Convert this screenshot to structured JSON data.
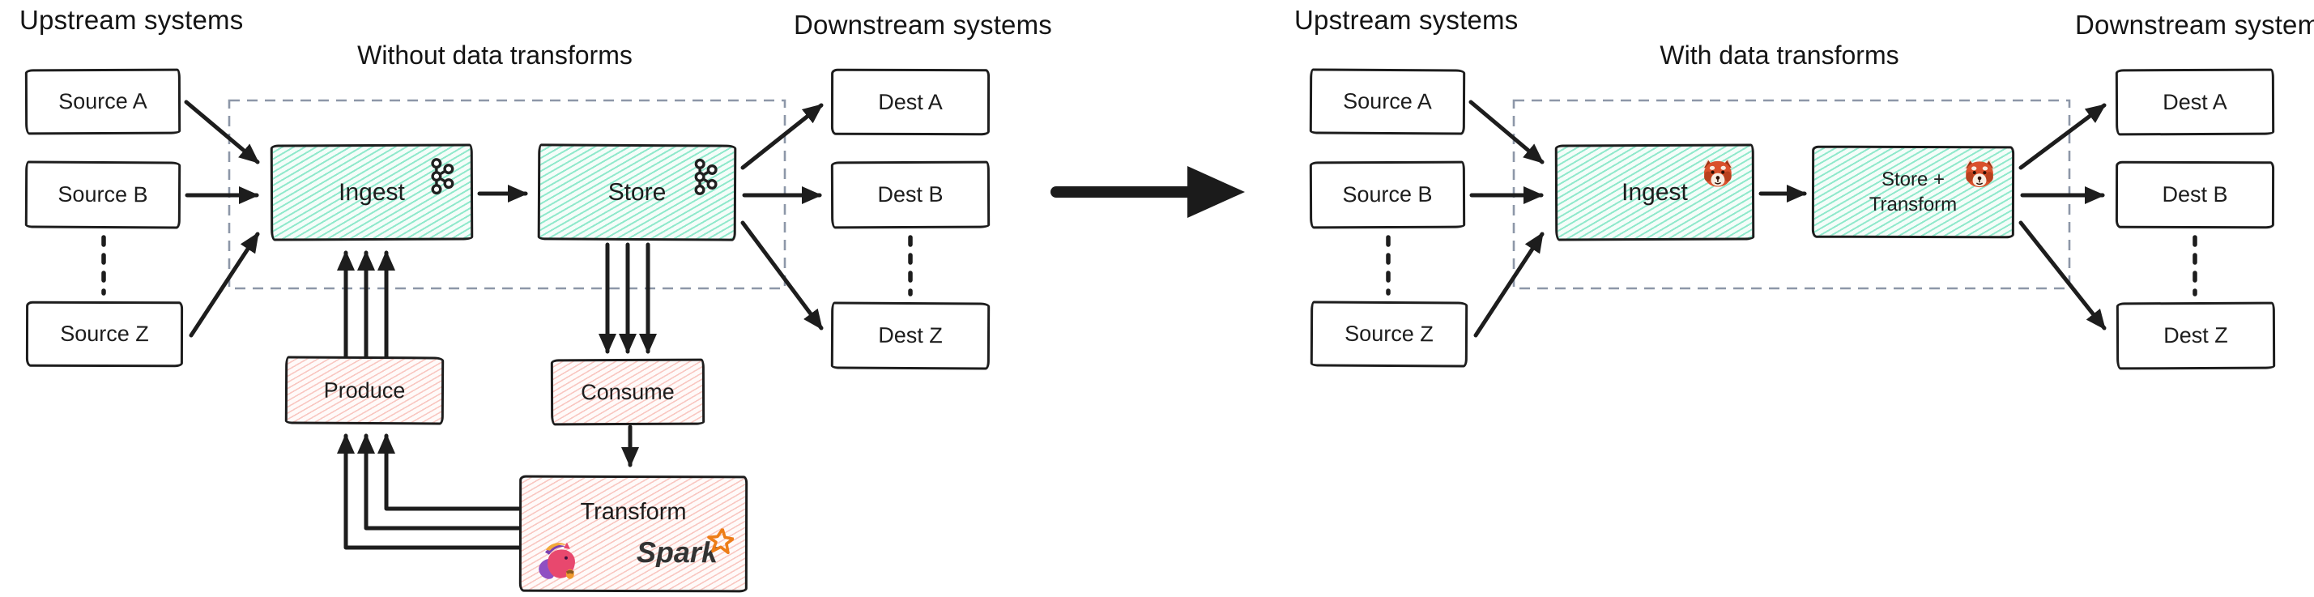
{
  "left": {
    "upstream_title": "Upstream systems",
    "subtitle": "Without data transforms",
    "downstream_title": "Downstream systems",
    "sources": [
      "Source A",
      "Source B",
      "Source Z"
    ],
    "dests": [
      "Dest A",
      "Dest B",
      "Dest Z"
    ],
    "ingest": {
      "label": "Ingest",
      "icon": "kafka-icon"
    },
    "store": {
      "label": "Store",
      "icon": "kafka-icon"
    },
    "produce_label": "Produce",
    "consume_label": "Consume",
    "transform": {
      "label": "Transform",
      "icons": [
        "flink-icon",
        "spark-icon"
      ],
      "spark_label": "Spark"
    }
  },
  "right": {
    "upstream_title": "Upstream systems",
    "subtitle": "With data transforms",
    "downstream_title": "Downstream systems",
    "sources": [
      "Source A",
      "Source B",
      "Source Z"
    ],
    "dests": [
      "Dest A",
      "Dest B",
      "Dest Z"
    ],
    "ingest": {
      "label": "Ingest",
      "icon": "redpanda-icon"
    },
    "store": {
      "label_line1": "Store +",
      "label_line2": "Transform",
      "icon": "redpanda-icon"
    }
  },
  "colors": {
    "green_hatch": "#3ed8a6",
    "pink_hatch": "#f08073",
    "box_border": "#1d1d1d",
    "dashed_frame": "#8d97a8",
    "arrow": "#1d1d1d",
    "text": "#141414",
    "spark_orange": "#ed7d18",
    "flink_pink": "#e8486e",
    "flink_purple": "#8f4fc2",
    "redpanda_orange": "#d9512c"
  }
}
